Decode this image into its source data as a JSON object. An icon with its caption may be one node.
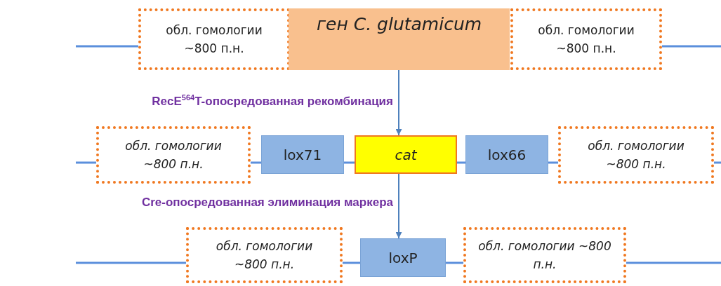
{
  "diagram": {
    "nodes": [
      {
        "text": [
          "обл. гомологии ~800 п.н."
        ]
      },
      {
        "text": [
          "ген C. glutamicum"
        ]
      },
      {
        "text": [
          "обл. гомологии ~800 п.н."
        ]
      },
      {
        "text": [
          "обл. гомологии ~800 п.н."
        ]
      },
      {
        "text": [
          "lox71"
        ]
      },
      {
        "text": [
          "cat"
        ]
      },
      {
        "text": [
          "lox66"
        ]
      },
      {
        "text": [
          "обл. гомологии ~800 п.н."
        ]
      },
      {
        "text": [
          "обл. гомологии ~800 п.н."
        ]
      },
      {
        "text": [
          "loxP"
        ]
      },
      {
        "text": [
          "обл. гомологии ~800 п.н."
        ]
      }
    ],
    "edges": [
      {
        "from": null,
        "to": 0,
        "arrow": "none"
      },
      {
        "from": 2,
        "to": null,
        "arrow": "none"
      },
      {
        "from": 1,
        "to": 5,
        "arrow": "to",
        "label": "RecE$^{564}$T-опосредованная рекомбинация"
      },
      {
        "from": null,
        "to": 3,
        "arrow": "none"
      },
      {
        "from": 3,
        "to": 4,
        "arrow": "none"
      },
      {
        "from": 4,
        "to": 5,
        "arrow": "none"
      },
      {
        "from": 5,
        "to": 6,
        "arrow": "none"
      },
      {
        "from": 6,
        "to": 7,
        "arrow": "none"
      },
      {
        "from": 7,
        "to": null,
        "arrow": "none"
      },
      {
        "from": 5,
        "to": 9,
        "arrow": "to",
        "label": "Cre-опосредованная элиминация маркера"
      },
      {
        "from": null,
        "to": 8,
        "arrow": "none"
      },
      {
        "from": 8,
        "to": 9,
        "arrow": "none"
      },
      {
        "from": 9,
        "to": 10,
        "arrow": "none"
      },
      {
        "from": 10,
        "to": null,
        "arrow": "none"
      }
    ]
  }
}
